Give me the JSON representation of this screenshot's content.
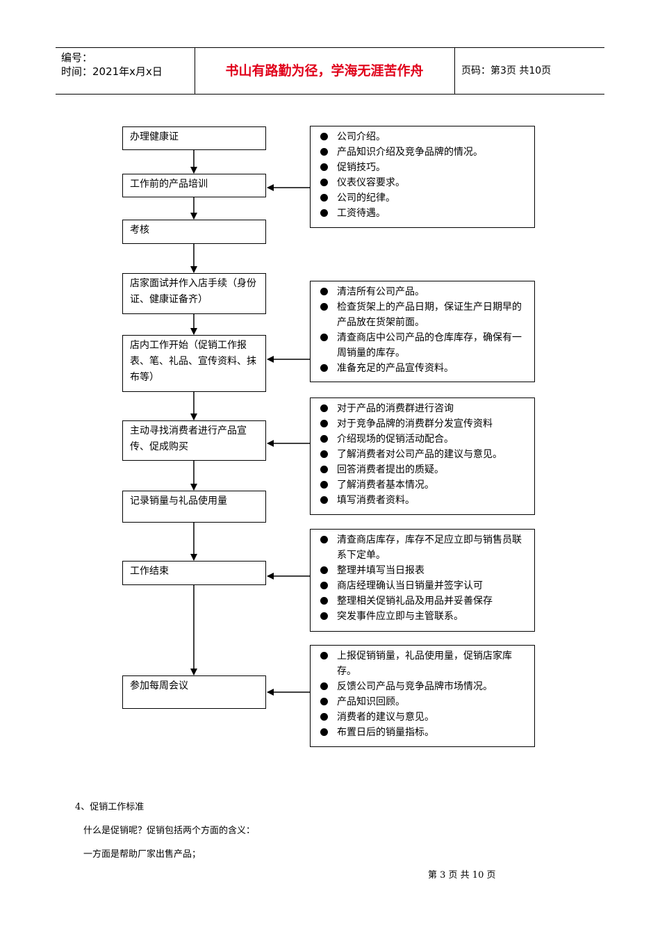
{
  "header": {
    "number_label": "编号：",
    "time_label": "时间：2021年x月x日",
    "motto": "书山有路勤为径，学海无涯苦作舟",
    "page_info": "页码：第3页  共10页"
  },
  "flow": {
    "steps": [
      "办理健康证",
      "工作前的产品培训",
      "考核",
      "店家面试并作入店手续（身份证、健康证备齐）",
      "店内工作开始（促销工作报表、笔、礼品、宣传资料、抹布等）",
      "主动寻找消费者进行产品宣传、促成购买",
      "记录销量与礼品使用量",
      "工作结束",
      "参加每周会议"
    ],
    "notes": [
      [
        "公司介绍。",
        "产品知识介绍及竞争品牌的情况。",
        "促销技巧。",
        "仪表仪容要求。",
        "公司的纪律。",
        "工资待遇。"
      ],
      [
        "清洁所有公司产品。",
        "检查货架上的产品日期，保证生产日期早的产品放在货架前面。",
        "清查商店中公司产品的仓库库存，确保有一周销量的库存。",
        "准备充足的产品宣传资料。"
      ],
      [
        "对于产品的消费群进行咨询",
        "对于竞争品牌的消费群分发宣传资料",
        "介绍现场的促销活动配合。",
        "了解消费者对公司产品的建议与意见。",
        "回答消费者提出的质疑。",
        "了解消费者基本情况。",
        "填写消费者资料。"
      ],
      [
        "清查商店库存，库存不足应立即与销售员联系下定单。",
        "整理并填写当日报表",
        "商店经理确认当日销量并签字认可",
        "整理相关促销礼品及用品并妥善保存",
        "突发事件应立即与主管联系。"
      ],
      [
        "上报促销销量，礼品使用量，促销店家库存。",
        "反馈公司产品与竞争品牌市场情况。",
        "产品知识回顾。",
        "消费者的建议与意见。",
        "布置日后的销量指标。"
      ]
    ]
  },
  "body": {
    "section_title": "4、促销工作标准",
    "para1": "什么是促销呢？促销包括两个方面的含义：",
    "para2": "一方面是帮助厂家出售产品；"
  },
  "footer": {
    "page": "第 3 页 共 10 页"
  }
}
